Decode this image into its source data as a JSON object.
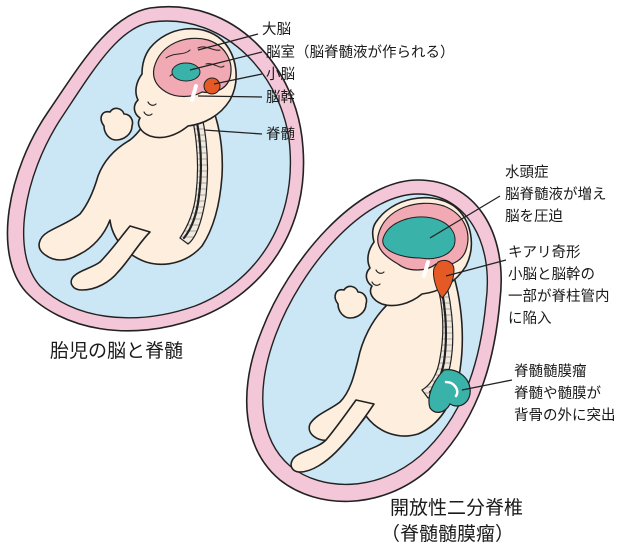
{
  "colors": {
    "amniotic": "#cbe6f4",
    "membrane": "#f3c6d8",
    "skin": "#fdeede",
    "brain": "#f1a9b3",
    "ventricle": "#39b3a9",
    "cerebellum": "#e55a24",
    "spine": "#c9c2b6"
  },
  "normal": {
    "caption": "胎児の脳と脊髄",
    "labels": {
      "cerebrum": "大脳",
      "ventricle": "脳室（脳脊髄液が作られる）",
      "cerebellum": "小脳",
      "brainstem": "脳幹",
      "spinal_cord": "脊髄"
    }
  },
  "spina_bifida": {
    "caption_line1": "開放性二分脊椎",
    "caption_line2": "（脊髄髄膜瘤）",
    "labels": {
      "hydrocephalus": [
        "水頭症",
        "脳脊髄液が増え",
        "脳を圧迫"
      ],
      "chiari": [
        "キアリ奇形",
        "小脳と脳幹の",
        "一部が脊柱管内",
        "に陥入"
      ],
      "myelomeningocele": [
        "脊髄髄膜瘤",
        "脊髄や髄膜が",
        "背骨の外に突出"
      ]
    }
  }
}
